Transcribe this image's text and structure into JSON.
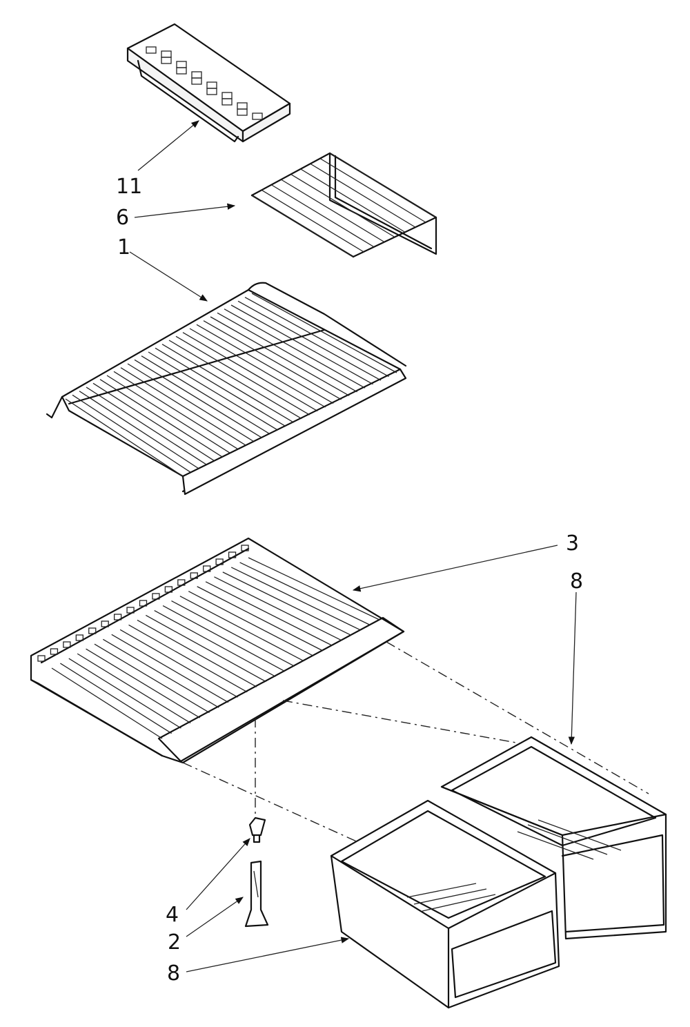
{
  "callouts": {
    "c11": "11",
    "c6": "6",
    "c1": "1",
    "c3": "3",
    "c8_right": "8",
    "c4": "4",
    "c2": "2",
    "c8_bottom": "8"
  },
  "parts": [
    {
      "id": "11",
      "icon": "ice-cube-tray"
    },
    {
      "id": "6",
      "icon": "small-wire-shelf"
    },
    {
      "id": "1",
      "icon": "wire-shelf"
    },
    {
      "id": "3",
      "icon": "crisper-cover-shelf"
    },
    {
      "id": "8",
      "icon": "crisper-drawer"
    },
    {
      "id": "4",
      "icon": "support-cap"
    },
    {
      "id": "2",
      "icon": "support-post"
    }
  ],
  "colors": {
    "line": "#111111",
    "background": "#ffffff"
  }
}
